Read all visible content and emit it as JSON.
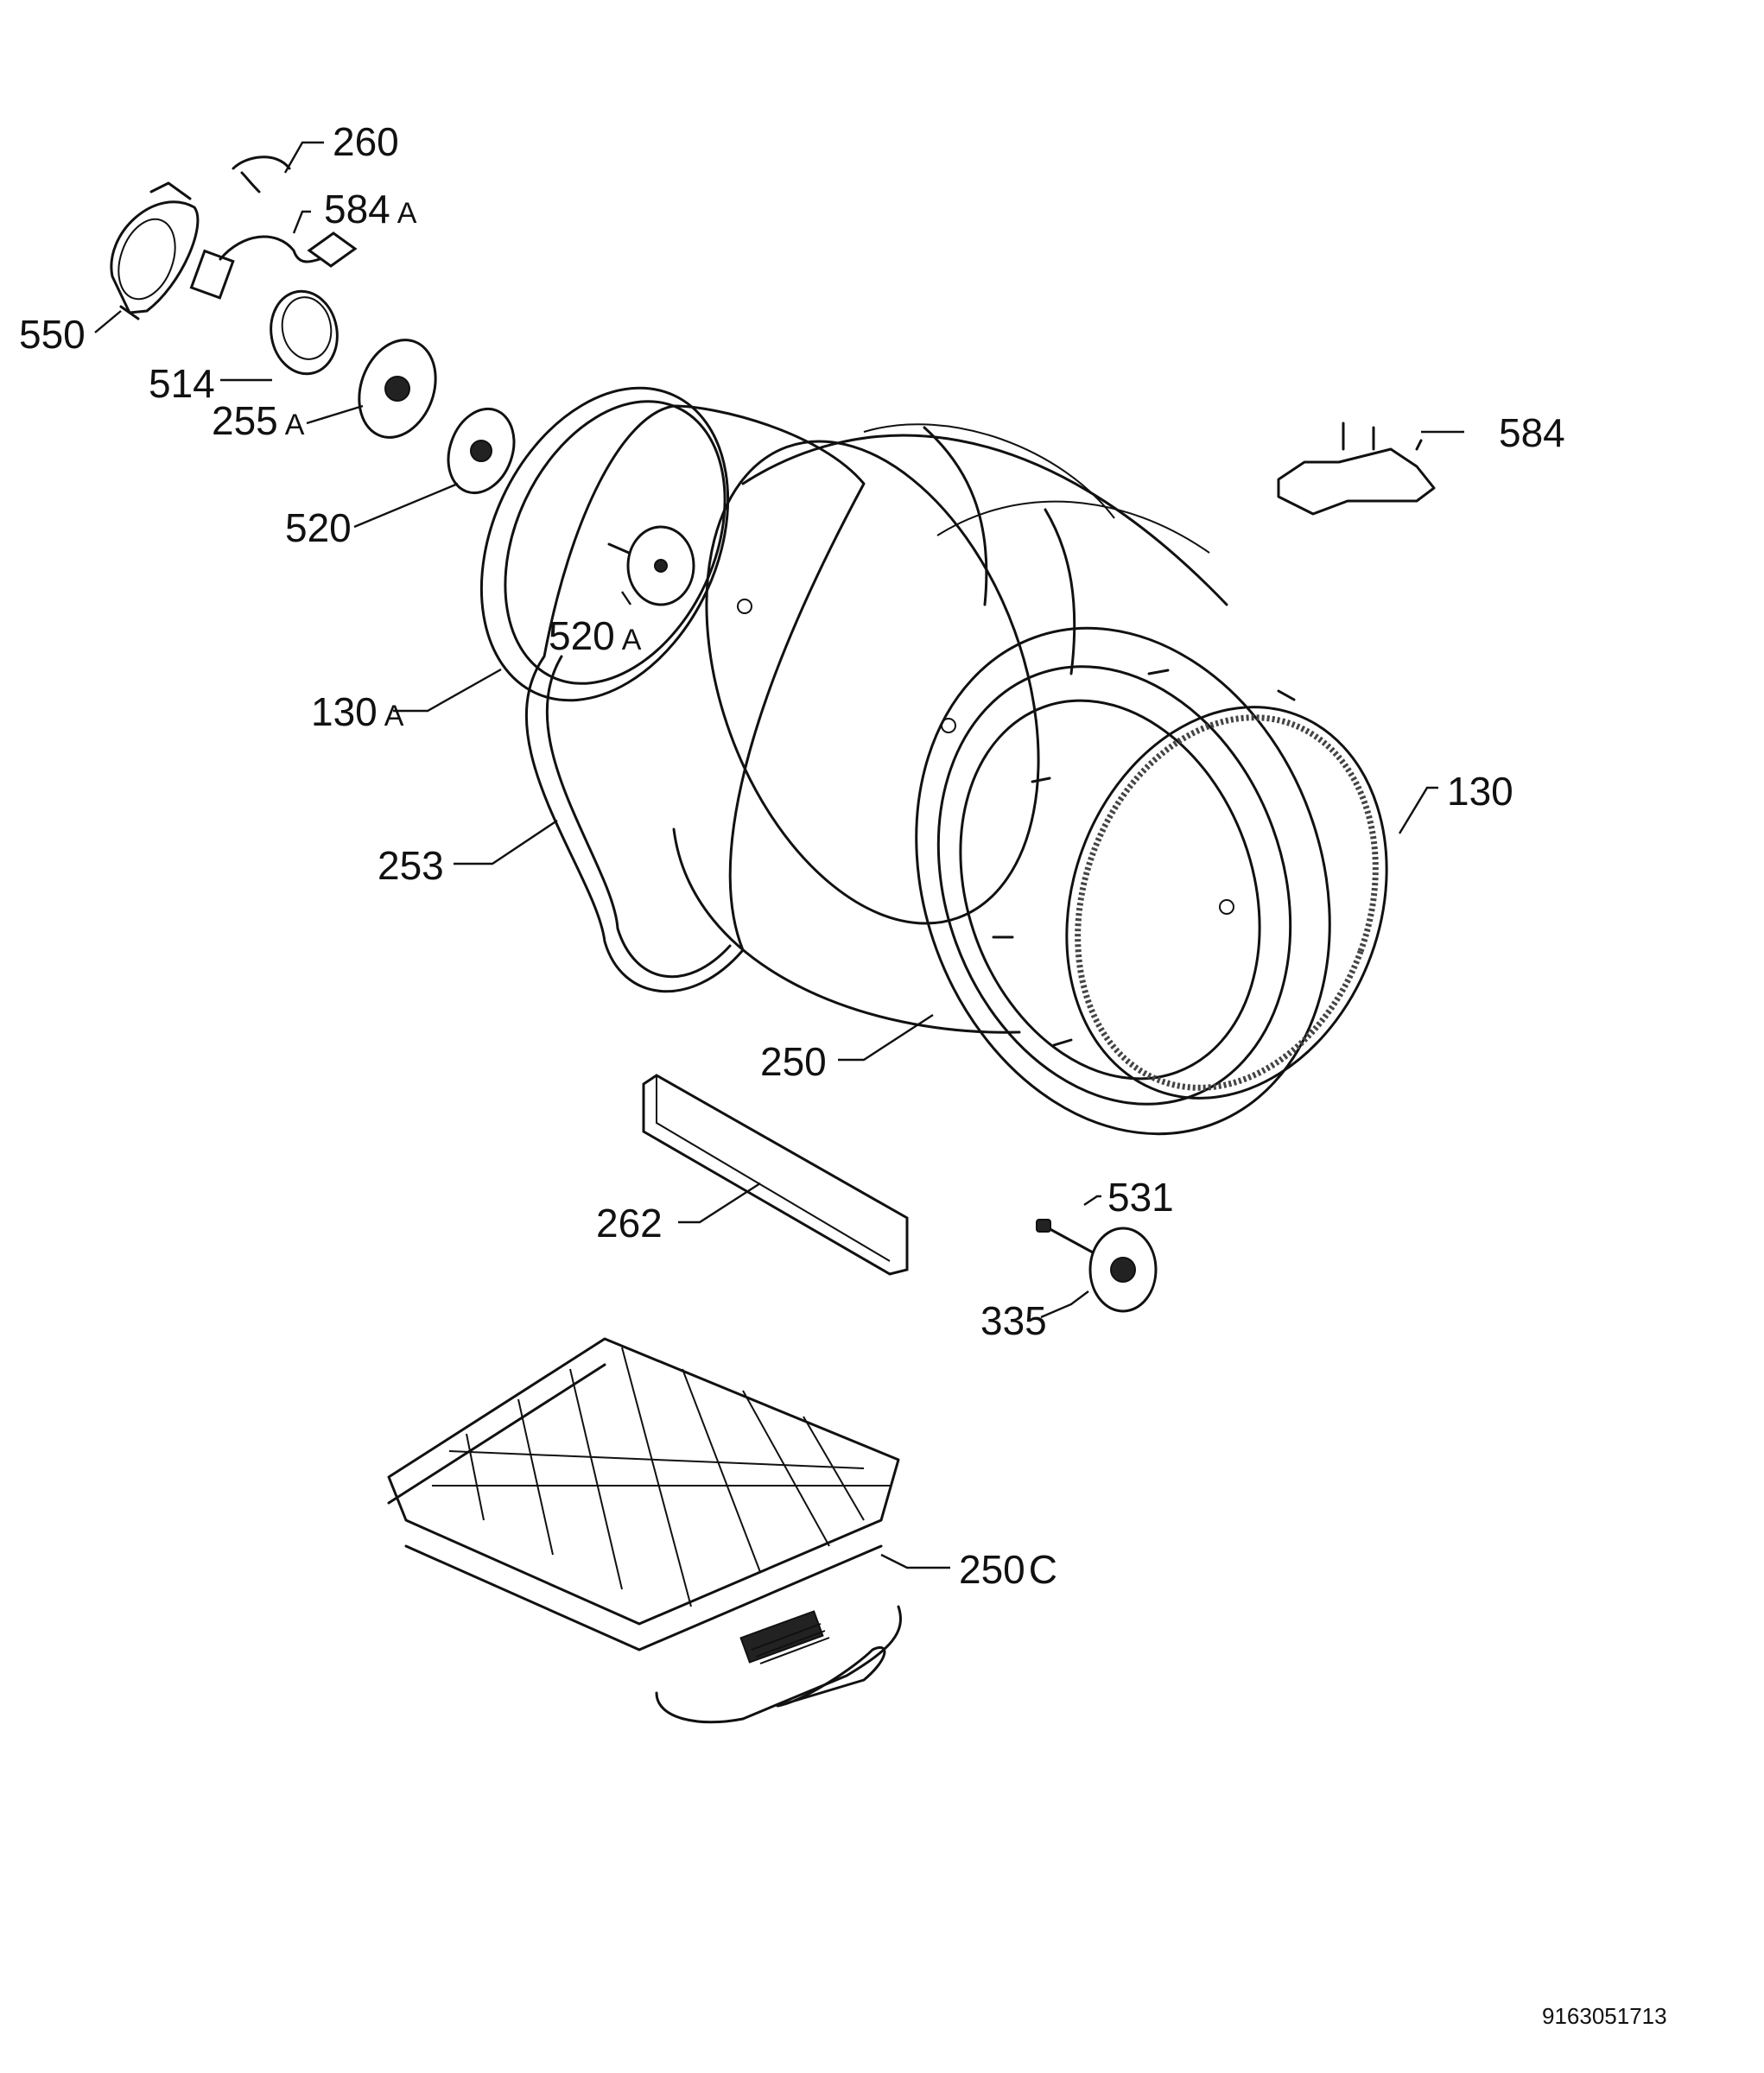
{
  "labels": {
    "l260": {
      "num": "260",
      "suffix": ""
    },
    "l584a": {
      "num": "584",
      "suffix": "A"
    },
    "l550": {
      "num": "550",
      "suffix": ""
    },
    "l514": {
      "num": "514",
      "suffix": ""
    },
    "l255a": {
      "num": "255",
      "suffix": "A"
    },
    "l520": {
      "num": "520",
      "suffix": ""
    },
    "l520a": {
      "num": "520",
      "suffix": "A"
    },
    "l130a": {
      "num": "130",
      "suffix": "A"
    },
    "l253": {
      "num": "253",
      "suffix": ""
    },
    "l250": {
      "num": "250",
      "suffix": ""
    },
    "l130": {
      "num": "130",
      "suffix": ""
    },
    "l584": {
      "num": "584",
      "suffix": ""
    },
    "l262": {
      "num": "262",
      "suffix": ""
    },
    "l531": {
      "num": "531",
      "suffix": ""
    },
    "l335": {
      "num": "335",
      "suffix": ""
    },
    "l250c": {
      "num": "250",
      "suffix": "C"
    }
  },
  "document_number": "9163051713"
}
